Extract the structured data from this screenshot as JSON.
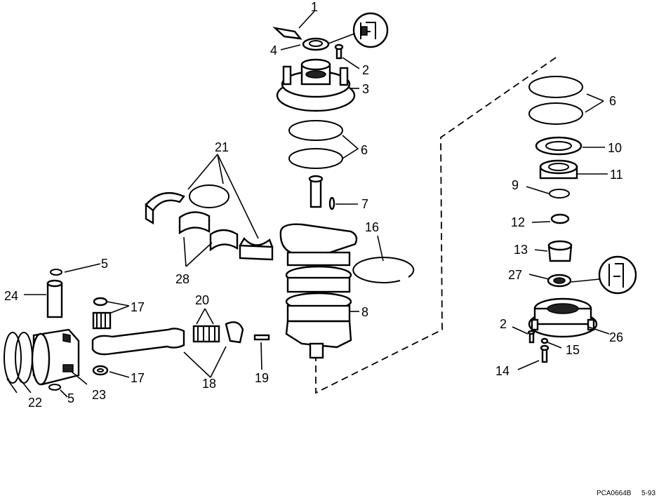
{
  "diagram": {
    "code": "PCA0664B",
    "date": "5-93",
    "labels": {
      "l1": "1",
      "l2a": "2",
      "l2b": "2",
      "l3": "3",
      "l4": "4",
      "l5a": "5",
      "l5b": "5",
      "l6a": "6",
      "l6b": "6",
      "l7": "7",
      "l8": "8",
      "l9": "9",
      "l10": "10",
      "l11": "11",
      "l12": "12",
      "l13": "13",
      "l14": "14",
      "l15": "15",
      "l16": "16",
      "l17a": "17",
      "l17b": "17",
      "l18": "18",
      "l19": "19",
      "l20": "20",
      "l21": "21",
      "l22": "22",
      "l23": "23",
      "l24": "24",
      "l26": "26",
      "l27": "27",
      "l28": "28"
    }
  }
}
